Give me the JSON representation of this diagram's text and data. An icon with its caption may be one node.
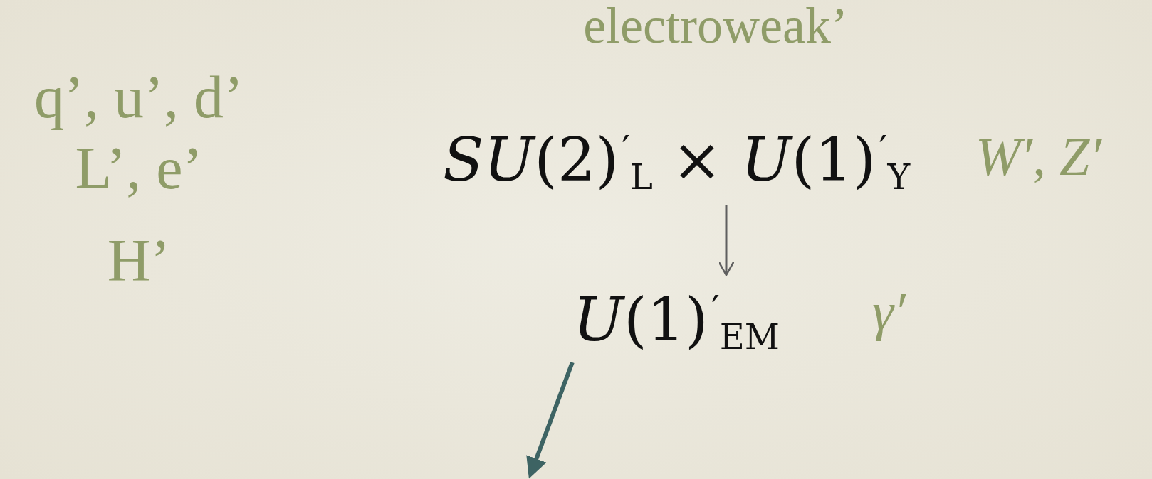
{
  "diagram": {
    "nodes": [
      {
        "text": [
          "*SU*(2)$^{′}$$_{L}$ × *U*(1)$^{′}$$_{Y}$"
        ],
        "beside": [
          "W′, Z′"
        ]
      },
      {
        "text": [
          "*U*(1)$^{′}$$_{EM}$"
        ],
        "beside": [
          "γ′"
        ]
      }
    ],
    "edges": [
      {
        "from": 0,
        "to": 1,
        "arrow": "to"
      },
      {
        "from": 1,
        "to": null,
        "arrow": "to",
        "style": "thick",
        "color": "#3d6363"
      }
    ],
    "labels": [
      "electroweak’",
      "q’, u’, d’",
      "L’, e’",
      "H’"
    ]
  }
}
